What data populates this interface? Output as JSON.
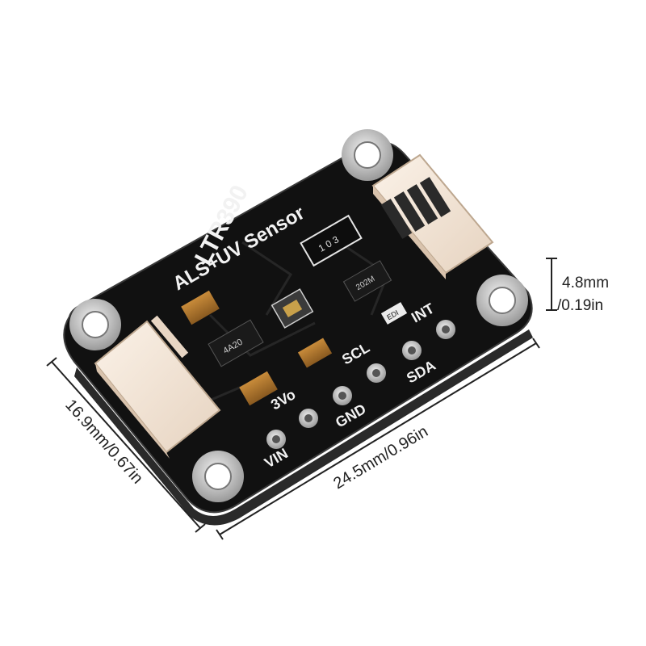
{
  "board": {
    "title": "LTR390",
    "subtitle": "ALS+UV Sensor",
    "pins": {
      "vin": "VIN",
      "v3o": "3Vo",
      "gnd": "GND",
      "scl": "SCL",
      "sda": "SDA",
      "int": "INT"
    },
    "chip_markings": {
      "top_chip": "1 0 3",
      "regulator": "4A20",
      "right_chip": "202M",
      "small": "EDI"
    }
  },
  "dimensions": {
    "width": "24.5mm/0.96in",
    "height_mm": "16.9mm/0.67in",
    "thickness_mm": "4.8mm",
    "thickness_in": "/0.19in"
  },
  "colors": {
    "pcb": "#111111",
    "pcb_edge": "#2a2a2a",
    "connector": "#f3e6d8",
    "pad": "#c9c9c9",
    "silkscreen": "#f2f2f2"
  }
}
